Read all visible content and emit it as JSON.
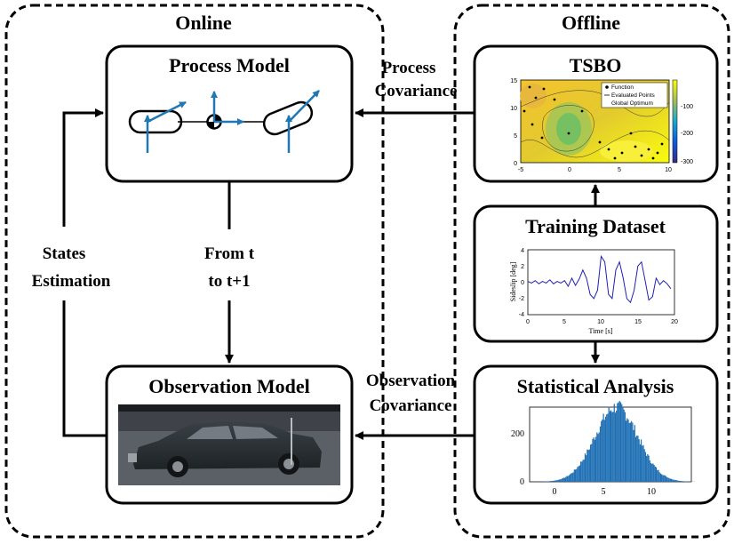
{
  "regions": {
    "online": {
      "title": "Online"
    },
    "offline": {
      "title": "Offline"
    }
  },
  "blocks": {
    "process_model": {
      "title": "Process Model"
    },
    "observation_model": {
      "title": "Observation Model"
    },
    "tsbo": {
      "title": "TSBO"
    },
    "training_dataset": {
      "title": "Training Dataset"
    },
    "statistical_analysis": {
      "title": "Statistical Analysis"
    }
  },
  "arrows": {
    "process_covariance": {
      "line1": "Process",
      "line2": "Covariance"
    },
    "observation_covariance": {
      "line1": "Observation",
      "line2": "Covariance"
    },
    "time_step": {
      "line1": "From t",
      "line2": "to t+1"
    },
    "states_estimation": {
      "line1": "States",
      "line2": "Estimation"
    }
  },
  "tsbo_plot": {
    "x_ticks": [
      "-5",
      "0",
      "5",
      "10"
    ],
    "y_ticks": [
      "15",
      "10",
      "5",
      "0"
    ],
    "colorbar_ticks": [
      "-100",
      "-200",
      "-300"
    ],
    "legend": [
      "Function",
      "Evaluated Points",
      "Global Optimum"
    ]
  },
  "chart_data": [
    {
      "type": "line",
      "title": "",
      "xlabel": "Time [s]",
      "ylabel": "Sideslip [deg]",
      "xlim": [
        0,
        20
      ],
      "ylim": [
        -4,
        4
      ],
      "x_ticks": [
        "0",
        "5",
        "10",
        "15",
        "20"
      ],
      "y_ticks": [
        "4",
        "2",
        "0",
        "-2",
        "-4"
      ],
      "color": "#1f1fb4",
      "series": [
        {
          "x": [
            0,
            0.5,
            1,
            1.5,
            2,
            2.5,
            3,
            3.5,
            4,
            4.5,
            5,
            5.5,
            6,
            6.5,
            7,
            7.5,
            8,
            8.5,
            9,
            9.5,
            10,
            10.5,
            11,
            11.5,
            12,
            12.5,
            13,
            13.5,
            14,
            14.5,
            15,
            15.5,
            16,
            16.5,
            17,
            17.5,
            18,
            18.5,
            19,
            19.5
          ],
          "y": [
            0.1,
            -0.1,
            0.2,
            -0.2,
            0.1,
            -0.1,
            0.3,
            -0.2,
            0.1,
            -0.1,
            0.2,
            -0.5,
            0.5,
            -0.4,
            0.4,
            1.5,
            0.5,
            -1.5,
            -2.0,
            -1.0,
            3.2,
            2.5,
            -1.5,
            -2.0,
            1.5,
            2.5,
            0.5,
            -2.0,
            -2.5,
            -1.0,
            2.0,
            2.5,
            0.2,
            -2.2,
            -1.8,
            0.5,
            -0.3,
            0.2,
            -0.2,
            -0.8
          ]
        }
      ]
    },
    {
      "type": "bar",
      "title": "",
      "xlabel": "",
      "ylabel": "",
      "xlim": [
        -3,
        12
      ],
      "ylim": [
        0,
        300
      ],
      "x_ticks": [
        "0",
        "5",
        "10"
      ],
      "y_ticks": [
        "200",
        "0"
      ],
      "color": "#1f6fb4",
      "bin_width": 0.1,
      "distribution": {
        "mean": 5,
        "std": 2,
        "peak": 300
      }
    }
  ]
}
